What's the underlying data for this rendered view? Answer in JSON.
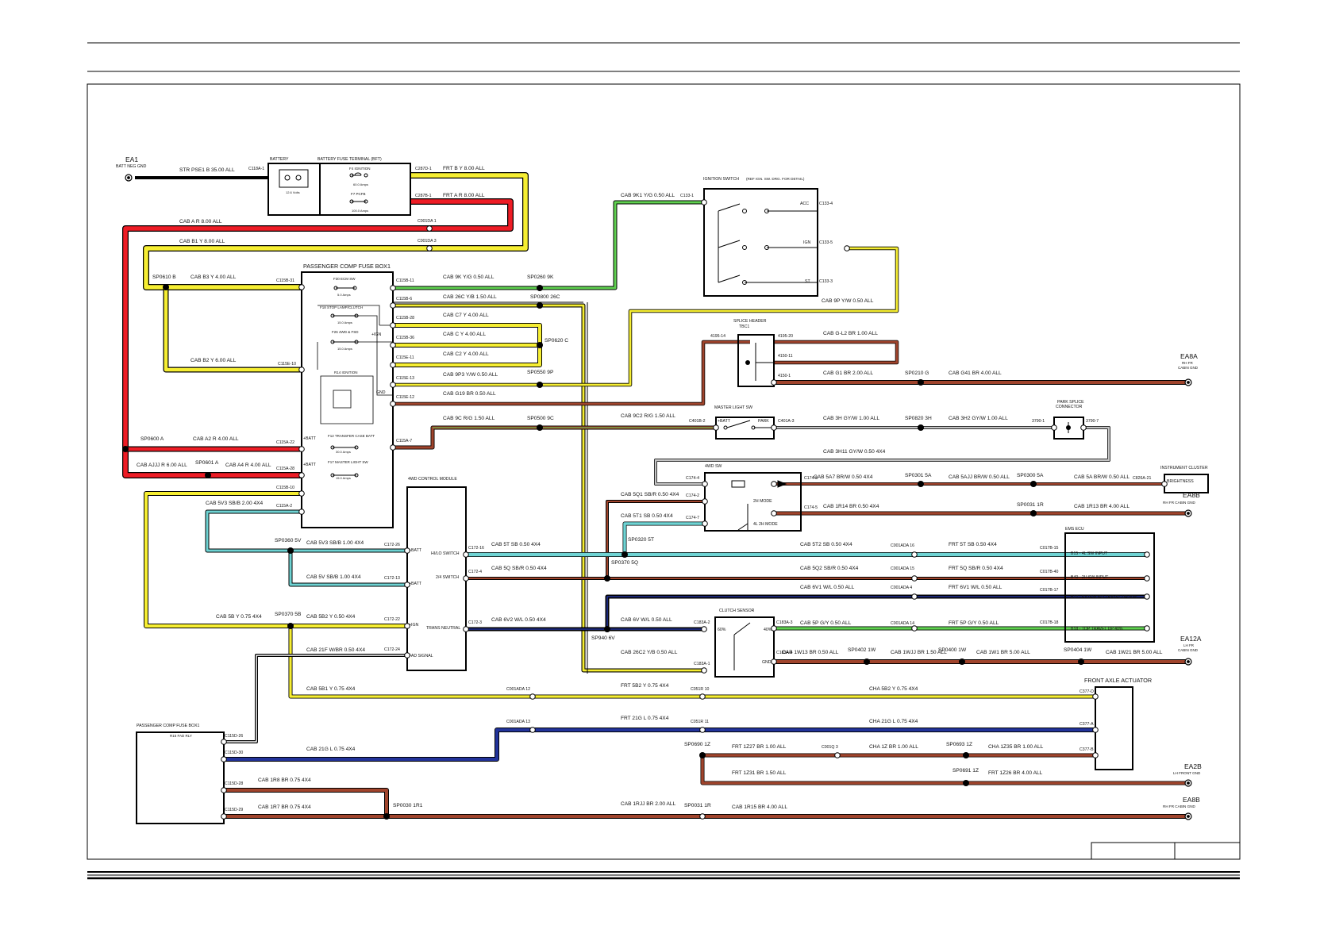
{
  "border": {
    "title_cell": "",
    "page_cell": ""
  },
  "components": {
    "ea1": {
      "name": "EA1",
      "desc": "BATT NEG GND"
    },
    "battery": {
      "name": "BATTERY",
      "rating": "12.6 Volts"
    },
    "bft": {
      "name": "BATTERY FUSE TERMINAL (BFT)",
      "f1": "F4 IGNITION",
      "f1r": "60.0 Amps",
      "f2": "F7 PCFB",
      "f2r": "100.0 Amps"
    },
    "pcfb": {
      "name": "PASSENGER COMP FUSE BOX1",
      "f1": "F30 ECM SW",
      "f1r": "5.0 Amps",
      "f2": "F18 STOP LAMP/CLUTCH",
      "f2r": "15.0 Amps",
      "f3": "F26 4WD & FSD",
      "f3r": "15.0 Amps",
      "relay": "R14 IGNITION",
      "f4": "F12 TRANSFER CASE BATT",
      "f4r": "30.0 Amps",
      "f5": "F17 MASTER LIGHT SW",
      "f5r": "15.0 Amps",
      "ign": "+IGN",
      "gnd": "GND",
      "batt1": "+BATT",
      "batt2": "+BATT"
    },
    "ignsw": {
      "name": "IGNITION SWITCH",
      "note": "(REF IGN. SW. DRG. FOR DETAIL)",
      "acc": "ACC",
      "ign": "IGN",
      "st": "ST"
    },
    "tbc1": {
      "name": "SPLICE HEADER",
      "id": "TBC1"
    },
    "ea8a": {
      "name": "EA8A",
      "desc1": "RH FR",
      "desc2": "CABIN GND"
    },
    "mls": {
      "name": "MASTER LIGHT SW",
      "batt": "+BATT",
      "park": "PARK"
    },
    "psc": {
      "name": "PARK SPLICE",
      "name2": "CONNECTOR"
    },
    "ic": {
      "name": "INSTRUMENT CLUSTER",
      "pin": "BRIGHTNESS"
    },
    "sw4wd": {
      "name": "4WD SW",
      "m2h": "2H MODE",
      "m4l": "4L 2H MODE"
    },
    "ea8b": {
      "name": "EA8B",
      "desc": "RH FR CABIN GND"
    },
    "cm4wd": {
      "name": "4WD CONTROL MODULE",
      "p1": "+BATT",
      "p2": "HI/LO SWITCH",
      "p3": "2/4 SWITCH",
      "p4": "+BATT",
      "p5": "+IGN",
      "p6": "TRANS NEUTRAL",
      "p7": "FAD SIGNAL"
    },
    "ems": {
      "name": "EMS ECU",
      "p1": "B15 - 4L SW INPUT",
      "p2": "B40 - 2H SW INPUT",
      "p3": "B17 - EXTENDED TRAVEL UP 90%",
      "p4": "B18 - TOP TRAVEL UP 40%"
    },
    "clutch": {
      "name": "CLUTCH SENSOR",
      "p1": "60%",
      "p2": "40%",
      "p3": "GND"
    },
    "ea12a": {
      "name": "EA12A",
      "desc1": "LH FR",
      "desc2": "CABIN GND"
    },
    "faa": {
      "name": "FRONT AXLE ACTUATOR"
    },
    "pcfb2": {
      "name": "PASSENGER COMP FUSE BOX1",
      "relay": "R15 FAD RLY"
    },
    "ea2b": {
      "name": "EA2B",
      "desc": "LH FRONT GND"
    },
    "ea8b2": {
      "name": "EA8B",
      "desc": "RH FR CABIN GND"
    }
  },
  "wire_labels": [
    "STR   PSE1 B 35.00 ALL",
    "FRT   B Y 8.00 ALL",
    "FRT   A R 8.00 ALL",
    "CAB   A R 8.00 ALL",
    "CAB   B1 Y 8.00 ALL",
    "CAB   9K1 Y/G 0.50 ALL",
    "CAB   B3 Y 4.00 ALL",
    "CAB   9K Y/G 0.50 ALL",
    "CAB   26C Y/B 1.50 ALL",
    "CAB   C7 Y 4.00 ALL",
    "CAB   C Y 4.00 ALL",
    "CAB   C2 Y 4.00 ALL",
    "CAB   9P3 Y/W 0.50 ALL",
    "CAB   G19 BR 0.50 ALL",
    "CAB   B2 Y 6.00 ALL",
    "CAB   9P Y/W 0.50 ALL",
    "CAB   G-L2 BR 1.00 ALL",
    "CAB   G1 BR 2.00 ALL",
    "CAB   G41 BR 4.00 ALL",
    "CAB   9C R/G 1.50 ALL",
    "CAB   9C2 R/G 1.50 ALL",
    "CAB   3H GY/W 1.00 ALL",
    "CAB   3H2 GY/W 1.00 ALL",
    "CAB   A2 R 4.00 ALL",
    "CAB   AJJJ R 6.00 ALL",
    "CAB   A4 R 4.00 ALL",
    "CAB   3H11 GY/W 0.50 4X4",
    "CAB   5A7 BR/W 0.50 4X4",
    "CAB   5AJJ BR/W 0.50 ALL",
    "CAB   5A BR/W 0.50 ALL",
    "CAB   5V3 SB/B 2.00 4X4",
    "CAB   5Q1 SB/R 0.50 4X4",
    "CAB   1R14 BR 0.50 4X4",
    "CAB   1R13 BR 4.00 ALL",
    "CAB   5T1 SB 0.50 4X4",
    "CAB   5V3 SB/B 1.00 4X4",
    "CAB   5T SB 0.50 4X4",
    "CAB   5T2 SB 0.50 4X4",
    "FRT   5T SB 0.50 4X4",
    "CAB   5V SB/B 1.00 4X4",
    "CAB   5Q SB/R 0.50 4X4",
    "CAB   5Q2 SB/R 0.50 4X4",
    "FRT   5Q SB/R 0.50 4X4",
    "CAB   6V1 W/L 0.50 ALL",
    "FRT   6V1 W/L 0.50 ALL",
    "CAB   5B Y 0.75 4X4",
    "CAB   5B2 Y 0.50 4X4",
    "CAB   6V2 W/L 0.50 4X4",
    "CAB   6V W/L 0.50 ALL",
    "CAB   5P G/Y 0.50 ALL",
    "FRT   5P G/Y 0.50 ALL",
    "CAB   21F W/BR 0.50 4X4",
    "CAB   26C2 Y/B 0.50 ALL",
    "CAB   1W13 BR 0.50 ALL",
    "CAB   1WJJ BR 1.50 ALL",
    "CAB   1W1 BR 5.00 ALL",
    "CAB   1W21 BR 5.00 ALL",
    "CAB   5B1 Y 0.75 4X4",
    "FRT   5B2 Y 0.75 4X4",
    "CHA   5B2 Y 0.75 4X4",
    "FRT   21G L 0.75 4X4",
    "CHA   21G L 0.75 4X4",
    "CAB   21G L 0.75 4X4",
    "FRT   1Z27 BR 1.00 ALL",
    "CHA   1Z BR 1.00 ALL",
    "CHA   1Z35 BR 1.00 ALL",
    "FRT   1Z31 BR 1.50 ALL",
    "FRT   1Z26 BR 4.00 ALL",
    "CAB   1R8 BR 0.75 4X4",
    "CAB   1R7 BR 0.75 4X4",
    "CAB   1RJJ BR 2.00 ALL",
    "CAB   1R15 BR 4.00 ALL"
  ],
  "splice_labels": [
    "SP0260 9K",
    "SP0800 26C",
    "SP0620 C",
    "SP0550 9P",
    "SP0610 B",
    "SP0210 G",
    "SP0500 9C",
    "SP0820 3H",
    "SP0600 A",
    "SP0601 A",
    "SP0301 5A",
    "SP0300 5A",
    "SP0031 1R",
    "SP0320 5T",
    "SP0360 5V",
    "SP0370 5Q",
    "SP940 6V",
    "SP0370 5B",
    "SP0402 1W",
    "SP0400 1W",
    "SP0404 1W",
    "SP0690 1Z",
    "SP0693 1Z",
    "SP0691 1Z",
    "SP0030 1R1",
    "SP0031 1R"
  ],
  "connector_labels": [
    "C118A-1",
    "C287D-1",
    "C287B-1",
    "C001DA 1",
    "C001DA 3",
    "C133-1",
    "C133-4",
    "C133-5",
    "C133-3",
    "C115B-31",
    "C115B-11",
    "C115B-6",
    "C115B-28",
    "C115B-36",
    "C115E-11",
    "C115E-13",
    "C115E-12",
    "C115E-10",
    "C115A-7",
    "C115A-22",
    "C115A-28",
    "C115B-10",
    "C115A-2",
    "4195-14",
    "4195-20",
    "4150-11",
    "4150-1",
    "C401B-2",
    "C401A-3",
    "3790-1",
    "3790-7",
    "C174-4",
    "C174-8",
    "C174-5",
    "C174-2",
    "C174-7",
    "C826A-21",
    "C172-26",
    "C172-16",
    "C172-4",
    "C172-13",
    "C172-22",
    "C172-3",
    "C172-24",
    "C001ADA 16",
    "C001ADA 15",
    "C001ADA 4",
    "C001ADA 14",
    "C017B-15",
    "C017B-40",
    "C017B-17",
    "C017B-18",
    "C183A-2",
    "C183A-1",
    "C183A-3",
    "C183A-4",
    "C001ADA 12",
    "C001ADA 13",
    "C051R 10",
    "C051R 11",
    "C377-D",
    "C377-A",
    "C377-B",
    "C001Q 3",
    "C115D-26",
    "C115D-30",
    "C115D-28",
    "C115D-29"
  ],
  "colors": {
    "red": "#ee1c25",
    "yellow": "#f6ee32",
    "green": "#5fd14f",
    "cyan": "#6ed3d3",
    "brown": "#a0442c",
    "blue": "#22339a",
    "grey": "#c4c4c4",
    "black": "#000000"
  }
}
